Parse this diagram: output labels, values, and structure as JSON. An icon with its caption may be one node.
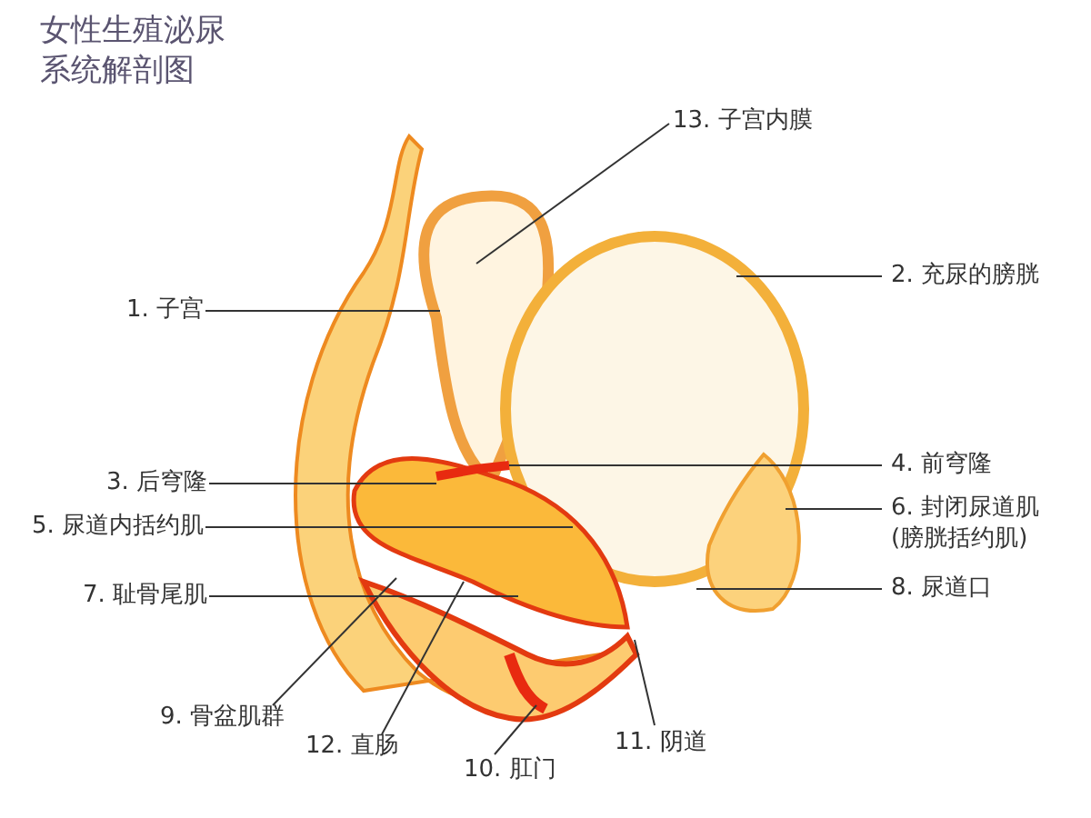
{
  "diagram": {
    "title": "女性生殖泌尿系统解剖图",
    "nodes": [
      {
        "text": [
          "13. 子宫内膜"
        ]
      },
      {
        "text": [
          "1. 子宫"
        ]
      },
      {
        "text": [
          "2. 充尿的膀胱"
        ]
      },
      {
        "text": [
          "3. 后穹隆"
        ]
      },
      {
        "text": [
          "4. 前穹隆"
        ]
      },
      {
        "text": [
          "5. 尿道内括约肌"
        ]
      },
      {
        "text": [
          "6. 封闭尿道肌",
          "(膀胱括约肌)"
        ]
      },
      {
        "text": [
          "7. 耻骨尾肌"
        ]
      },
      {
        "text": [
          "8. 尿道口"
        ]
      },
      {
        "text": [
          "9. 骨盆肌群"
        ]
      },
      {
        "text": [
          "12. 直肠"
        ]
      },
      {
        "text": [
          "10. 肛门"
        ]
      },
      {
        "text": [
          "11. 阴道"
        ]
      }
    ],
    "edges": [
      {
        "from": 0,
        "to": null,
        "arrow": "none"
      },
      {
        "from": 1,
        "to": null,
        "arrow": "none"
      },
      {
        "from": 2,
        "to": null,
        "arrow": "none"
      },
      {
        "from": 3,
        "to": null,
        "arrow": "none"
      },
      {
        "from": 4,
        "to": null,
        "arrow": "none"
      },
      {
        "from": 5,
        "to": null,
        "arrow": "none"
      },
      {
        "from": 6,
        "to": null,
        "arrow": "none"
      },
      {
        "from": 7,
        "to": null,
        "arrow": "none"
      },
      {
        "from": 8,
        "to": null,
        "arrow": "none"
      },
      {
        "from": 9,
        "to": null,
        "arrow": "none"
      },
      {
        "from": 10,
        "to": null,
        "arrow": "none"
      },
      {
        "from": 11,
        "to": null,
        "arrow": "none"
      },
      {
        "from": 12,
        "to": null,
        "arrow": "none"
      }
    ]
  }
}
